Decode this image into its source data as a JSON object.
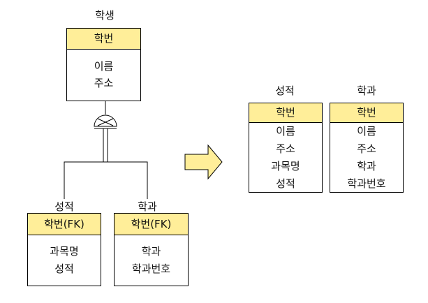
{
  "colors": {
    "key_fill": "#ffee99",
    "arrow_fill": "#ffee99",
    "line": "#000000"
  },
  "left": {
    "student": {
      "title": "학생",
      "key": "학번",
      "attrs": [
        "이름",
        "주소"
      ]
    },
    "grade": {
      "title": "성적",
      "key": "학번(FK)",
      "attrs": [
        "과목명",
        "성적"
      ]
    },
    "dept": {
      "title": "학과",
      "key": "학번(FK)",
      "attrs": [
        "학과",
        "학과번호"
      ]
    }
  },
  "right": {
    "grade": {
      "title": "성적",
      "key": "학번",
      "attrs": [
        "이름",
        "주소",
        "과목명",
        "성적"
      ]
    },
    "dept": {
      "title": "학과",
      "key": "학번",
      "attrs": [
        "이름",
        "주소",
        "학과",
        "학과번호"
      ]
    }
  }
}
